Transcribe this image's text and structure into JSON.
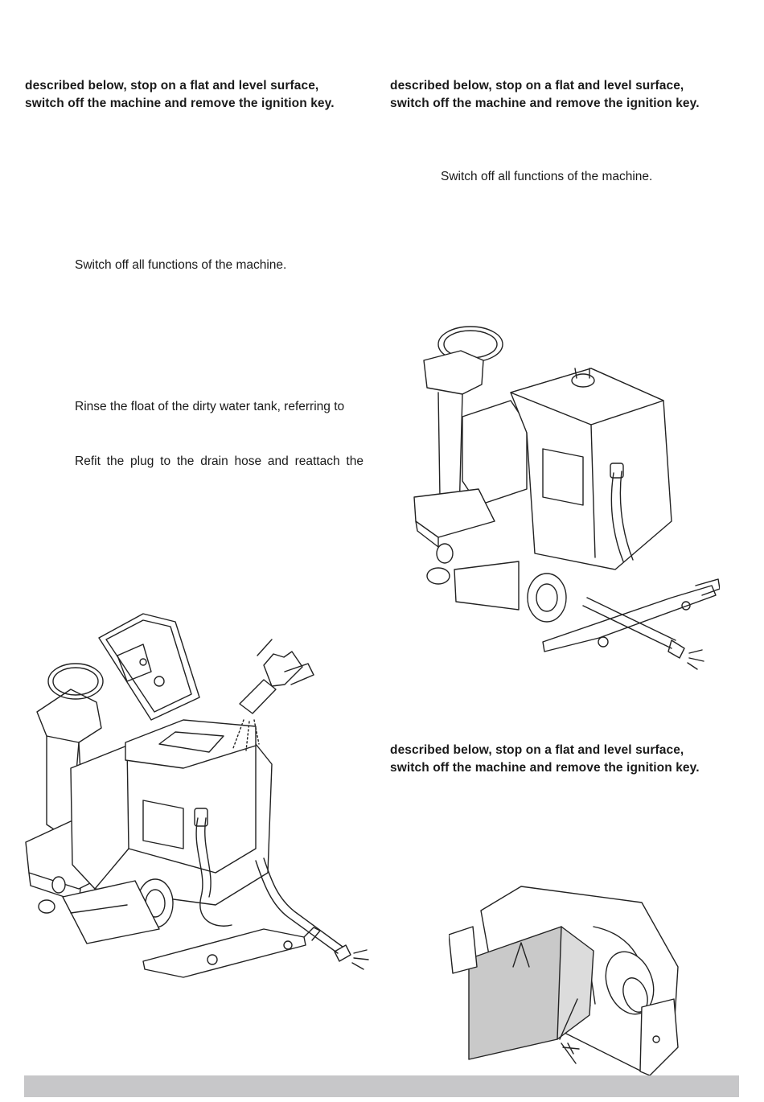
{
  "left_column": {
    "warning_line1": "described below, stop on a flat and level surface,",
    "warning_line2": "switch off the machine and remove the ignition key.",
    "step_switch_off": "Switch off all functions of the machine.",
    "step_rinse_float": "Rinse the float of the dirty water tank, referring to",
    "step_refit_plug": "Refit the plug to the drain hose and reattach the"
  },
  "right_column": {
    "warning_line1": "described below, stop on a flat and level surface,",
    "warning_line2": "switch off the machine and remove the ignition key.",
    "step_switch_off": "Switch off all functions of the machine.",
    "warning2_line1": "described below, stop on a flat and level surface,",
    "warning2_line2": "switch off the machine and remove the ignition key."
  },
  "figures": {
    "tank_rinse": "ride-on-scrubber-tank-open-rinse-illustration",
    "drain_hose": "ride-on-scrubber-drain-hose-illustration",
    "brush_deck": "brush-deck-splash-guard-illustration"
  },
  "colors": {
    "footer_bar": "#c7c7c9",
    "text": "#1a1a1a"
  }
}
